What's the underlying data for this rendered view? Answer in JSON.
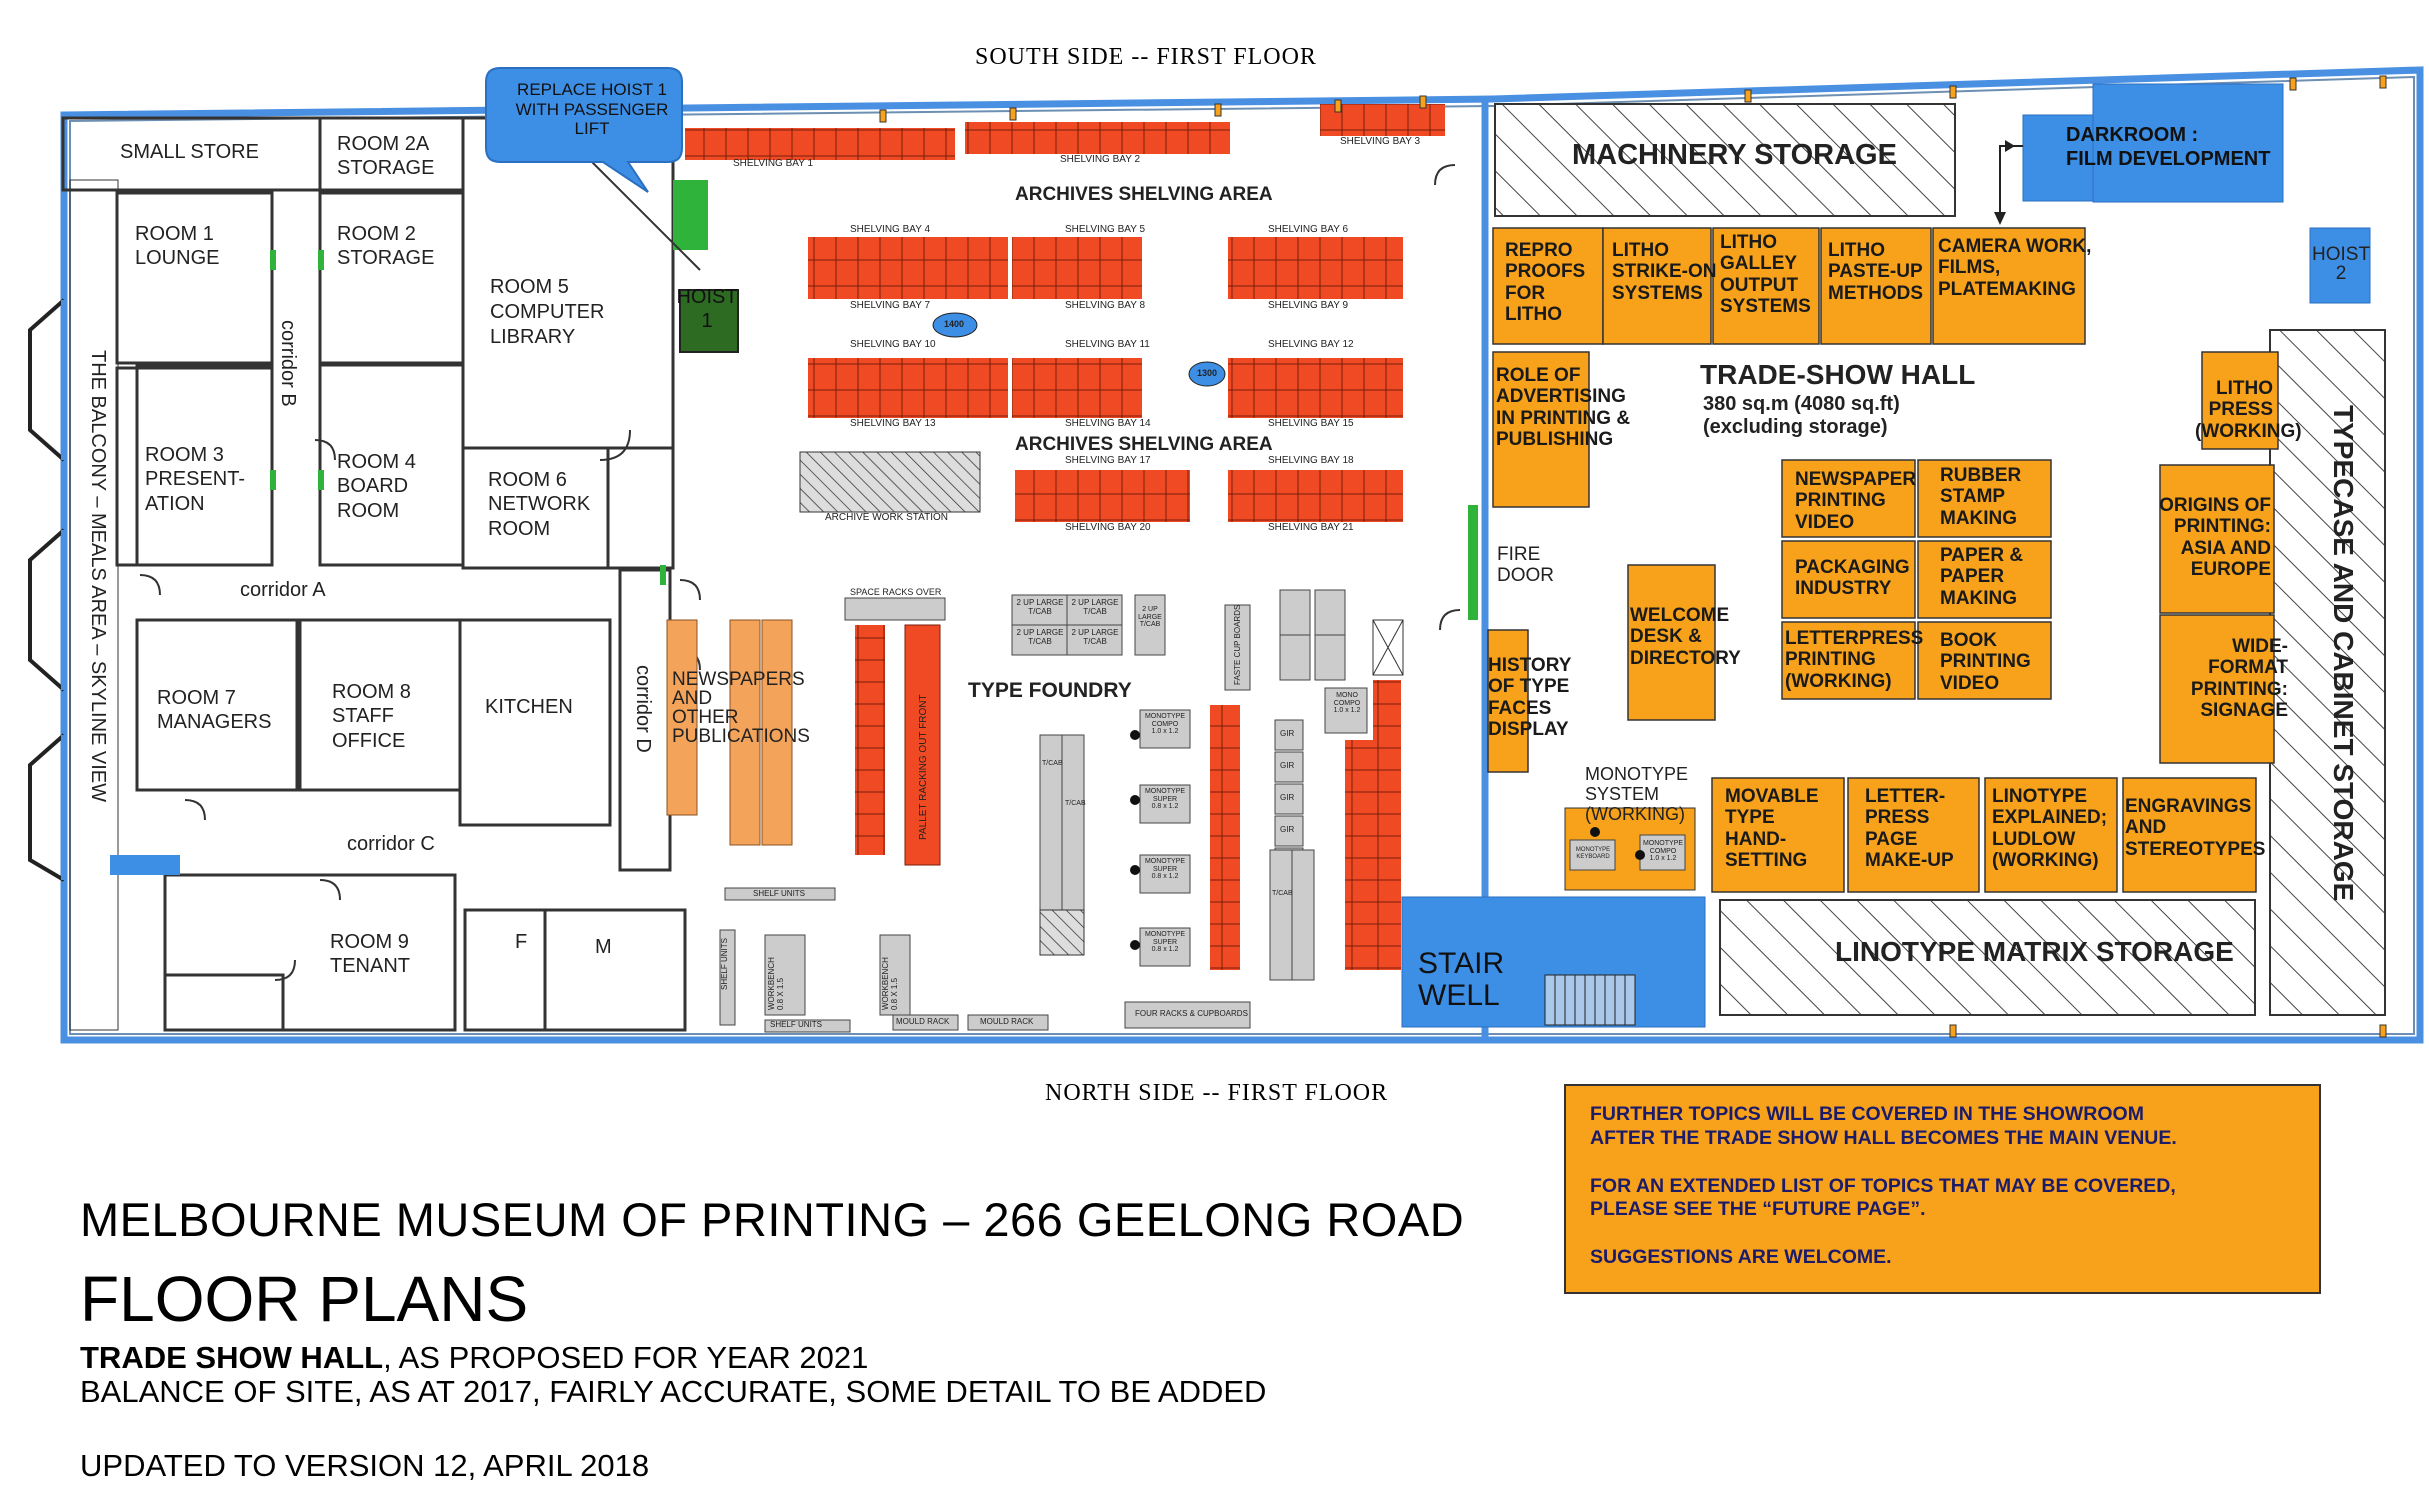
{
  "headers": {
    "south": "SOUTH SIDE -- FIRST FLOOR",
    "north": "NORTH SIDE -- FIRST FLOOR"
  },
  "colors": {
    "wall": "#4a90e2",
    "orange_exhibit": "#f7a21a",
    "red_shelf": "#ef4a24",
    "light_orange": "#f4a35a",
    "green": "#2fb33a",
    "dark_green": "#2d6b22",
    "room_grey": "#ffffff",
    "callout_blue": "#3d8fe6"
  },
  "rooms": {
    "small_store": "SMALL STORE",
    "room2a": "ROOM 2A\nSTORAGE",
    "room1": "ROOM 1\nLOUNGE",
    "room2": "ROOM 2\nSTORAGE",
    "room5": "ROOM 5\nCOMPUTER\nLIBRARY",
    "corridor_b": "corridor B",
    "room3": "ROOM 3\nPRESENT-\nATION",
    "room4": "ROOM 4\nBOARD\nROOM",
    "room6": "ROOM 6\nNETWORK\nROOM",
    "corridor_a": "corridor A",
    "room7": "ROOM 7\nMANAGERS",
    "room8": "ROOM 8\nSTAFF\nOFFICE",
    "kitchen": "KITCHEN",
    "corridor_d": "corridor D",
    "corridor_c": "corridor C",
    "room9": "ROOM 9\nTENANT",
    "f": "F",
    "m": "M",
    "balcony": "THE BALCONY – MEALS AREA – SKYLINE VIEW"
  },
  "callout": "REPLACE HOIST 1\nWITH PASSENGER\nLIFT",
  "hoist1": "HOIST\n1",
  "hoist2": "HOIST\n2",
  "archives": {
    "area_label_1": "ARCHIVES  SHELVING  AREA",
    "area_label_2": "ARCHIVES  SHELVING  AREA",
    "bays": [
      "SHELVING BAY 1",
      "SHELVING BAY 2",
      "SHELVING BAY 3",
      "SHELVING BAY 4",
      "SHELVING BAY 5",
      "SHELVING BAY 6",
      "SHELVING BAY 7",
      "SHELVING BAY 8",
      "SHELVING BAY 9",
      "SHELVING BAY 10",
      "SHELVING BAY 11",
      "SHELVING BAY 12",
      "SHELVING BAY 13",
      "SHELVING BAY 14",
      "SHELVING BAY 15",
      "SHELVING BAY 17",
      "SHELVING BAY 18",
      "SHELVING BAY 20",
      "SHELVING BAY 21"
    ],
    "marker_1": "1400",
    "marker_2": "1300",
    "work_station": "ARCHIVE WORK STATION"
  },
  "type_foundry": {
    "title": "TYPE FOUNDRY",
    "newspapers": "NEWSPAPERS\nAND\nOTHER\nPUBLICATIONS",
    "space_racks": "SPACE RACKS OVER",
    "pallet_racking": "PALLET RACKING OUT FRONT",
    "faster_cup_boards": "FASTE CUP BOARDS",
    "two_up_large_a": "2 UP LARGE\nT/CAB",
    "two_up_large_b": "2 UP LARGE\nT/CAB",
    "two_up_large_c": "2 UP LARGE\nT/CAB",
    "two_up_large_d": "2 UP LARGE\nT/CAB",
    "two_up_large_e": "2 UP\nLARGE\nT/CAB",
    "mono_compo_label": "MONO\nCOMPO\n1.0 x 1.2",
    "monotype_compo": "MONOTYPE\nCOMPO\n1.0 x 1.2",
    "monotype_super": "MONOTYPE\nSUPER\n0.8 x 1.2",
    "gir": "GIR",
    "tcab": "T/CAB",
    "shelf_units": "SHELF UNITS",
    "shelf_units_side": "SHELF UNITS",
    "workbench": "WORKBENCH\n0.8 X 1.5",
    "mould_rack_1": "MOULD RACK",
    "mould_rack_2": "MOULD RACK",
    "four_racks": "FOUR RACKS & CUPBOARDS"
  },
  "trade_show": {
    "machinery_storage": "MACHINERY STORAGE",
    "darkroom": "DARKROOM :\nFILM DEVELOPMENT",
    "title": "TRADE-SHOW HALL",
    "area": "380 sq.m (4080 sq.ft)",
    "excluding": "(excluding storage)",
    "fire_door": "FIRE\nDOOR",
    "stair_well": "STAIR\nWELL",
    "linotype_matrix_storage": "LINOTYPE MATRIX STORAGE",
    "typecase_storage": "TYPECASE AND CABINET STORAGE",
    "monotype_system": "MONOTYPE\nSYSTEM\n(WORKING)",
    "monotype_keyboard": "MONOTYPE\nKEYBOARD",
    "exhibits": [
      "REPRO\nPROOFS\nFOR\nLITHO",
      "LITHO\nSTRIKE-ON\nSYSTEMS",
      "LITHO\nGALLEY\nOUTPUT\nSYSTEMS",
      "LITHO\nPASTE-UP\nMETHODS",
      "CAMERA WORK,\nFILMS,\nPLATEMAKING",
      "ROLE OF\nADVERTISING\nIN PRINTING &\nPUBLISHING",
      "LITHO\nPRESS\n(WORKING)",
      "NEWSPAPER\nPRINTING\nVIDEO",
      "RUBBER\nSTAMP\nMAKING",
      "ORIGINS OF\nPRINTING:\nASIA AND\nEUROPE",
      "WELCOME\nDESK &\nDIRECTORY",
      "PACKAGING\nINDUSTRY",
      "PAPER &\nPAPER\nMAKING",
      "HISTORY\nOF TYPE\nFACES\nDISPLAY",
      "LETTERPRESS\nPRINTING\n(WORKING)",
      "BOOK\nPRINTING\nVIDEO",
      "WIDE-\nFORMAT\nPRINTING:\nSIGNAGE",
      "MOVABLE\nTYPE\nHAND-\nSETTING",
      "LETTER-\nPRESS\nPAGE\nMAKE-UP",
      "LINOTYPE\nEXPLAINED;\nLUDLOW\n(WORKING)",
      "ENGRAVINGS\nAND\nSTEREOTYPES"
    ]
  },
  "notes": {
    "line1": "FURTHER TOPICS WILL BE COVERED IN THE SHOWROOM",
    "line2": "AFTER THE TRADE SHOW HALL BECOMES THE MAIN VENUE.",
    "line3": "FOR AN EXTENDED LIST OF TOPICS THAT MAY BE COVERED,",
    "line4": "PLEASE SEE THE “FUTURE PAGE”.",
    "line5": "SUGGESTIONS ARE WELCOME."
  },
  "footer": {
    "title": "MELBOURNE MUSEUM OF PRINTING – 266 GEELONG ROAD",
    "floor_plans": "FLOOR PLANS",
    "trade_bold": "TRADE SHOW HALL",
    "trade_rest": ", AS PROPOSED FOR YEAR 2021",
    "balance": "BALANCE OF SITE, AS AT 2017, FAIRLY ACCURATE, SOME DETAIL TO BE ADDED",
    "updated": "UPDATED TO VERSION 12, APRIL 2018"
  }
}
